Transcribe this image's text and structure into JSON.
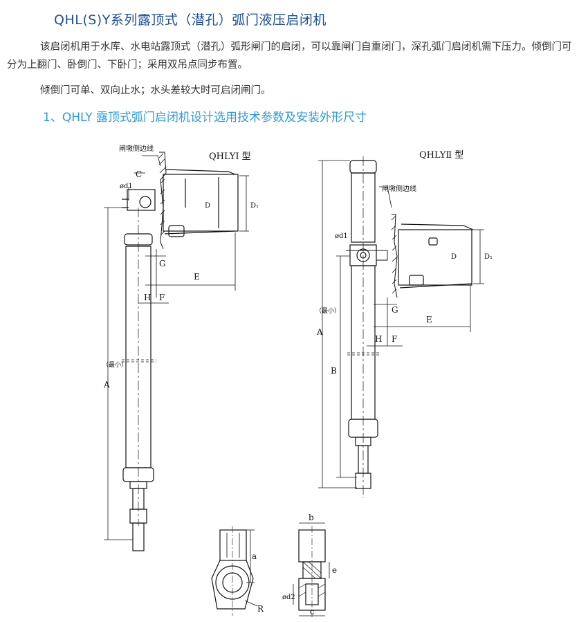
{
  "title": "QHL(S)Y系列露顶式（潜孔）弧门液压启闭机",
  "paragraph1": "该启闭机用于水库、水电站露顶式（潜孔）弧形闸门的启闭，可以靠闸门自重闭门，深孔弧门启闭机需下压力。倾倒门可分为上翻门、卧倒门、下卧门；采用双吊点同步布置。",
  "paragraph2": "倾倒门可单、双向止水；水头差较大时可启闭闸门。",
  "section_heading": "1、QHLY 露顶式弧门启闭机设计选用技术参数及安装外形尺寸",
  "drawing": {
    "left_type_label": "QHLYⅠ 型",
    "right_type_label": "QHLYⅡ 型",
    "pier_line_label": "闸墩侧边线",
    "dims": {
      "C": "C",
      "d1": "ød1",
      "D": "D",
      "D1": "D₁",
      "G": "G",
      "E": "E",
      "H": "H",
      "F": "F",
      "A": "A",
      "A_min": "（最小）",
      "B": "B",
      "a": "a",
      "R": "R",
      "b": "b",
      "e": "e",
      "d2": "ød2",
      "c": "c"
    }
  }
}
